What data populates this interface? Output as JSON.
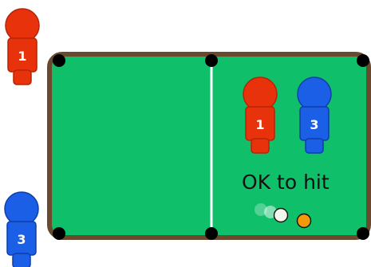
{
  "scene": {
    "caption": "OK to hit",
    "colors": {
      "felt": "#0fbf6a",
      "rail": "#6a4a2c",
      "pocket": "#000000",
      "center_line": "#ffffff",
      "red_figure": "#e8320c",
      "red_outline": "#b52406",
      "blue_figure": "#1a5fe6",
      "blue_outline": "#0f3fa8",
      "cue_ball": "#f4f6ec",
      "target_ball": "#f39a0b",
      "caption": "#111111"
    }
  },
  "figures": [
    {
      "id": "red-left",
      "number": "1",
      "color": "red"
    },
    {
      "id": "blue-left",
      "number": "3",
      "color": "blue"
    },
    {
      "id": "red-table",
      "number": "1",
      "color": "red"
    },
    {
      "id": "blue-table",
      "number": "3",
      "color": "blue"
    }
  ],
  "icons": {
    "pocket": "pocket-icon",
    "cue_ball": "cue-ball-icon",
    "target_ball": "orange-ball-icon",
    "motion_trail": "ball-trail-icon"
  }
}
